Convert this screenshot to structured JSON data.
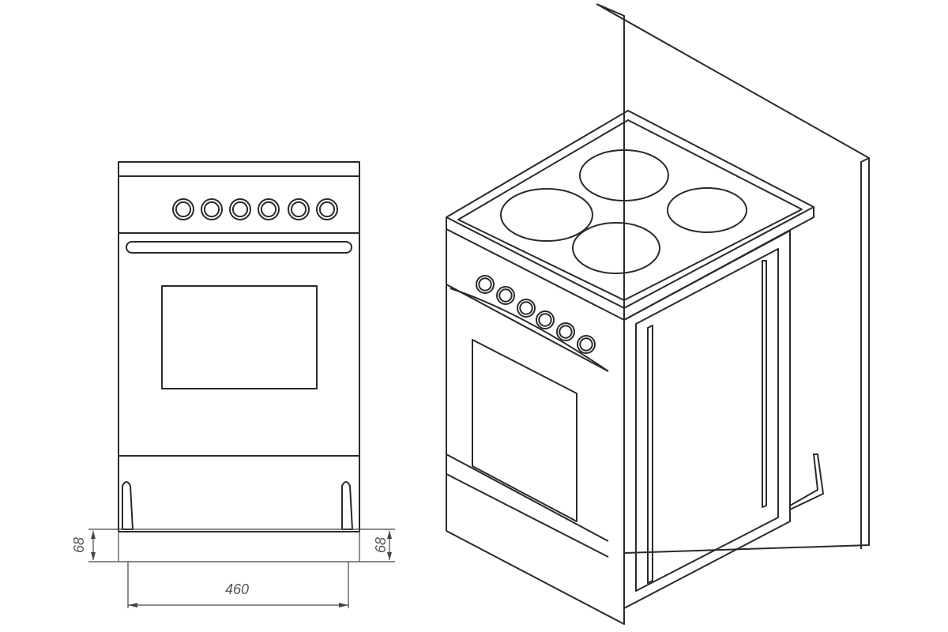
{
  "dimensions": {
    "width": "460",
    "leg_height_left": "68",
    "leg_height_right": "68"
  },
  "colors": {
    "line": "#2a2a2a",
    "background": "#ffffff",
    "dimension_text": "#555555"
  }
}
